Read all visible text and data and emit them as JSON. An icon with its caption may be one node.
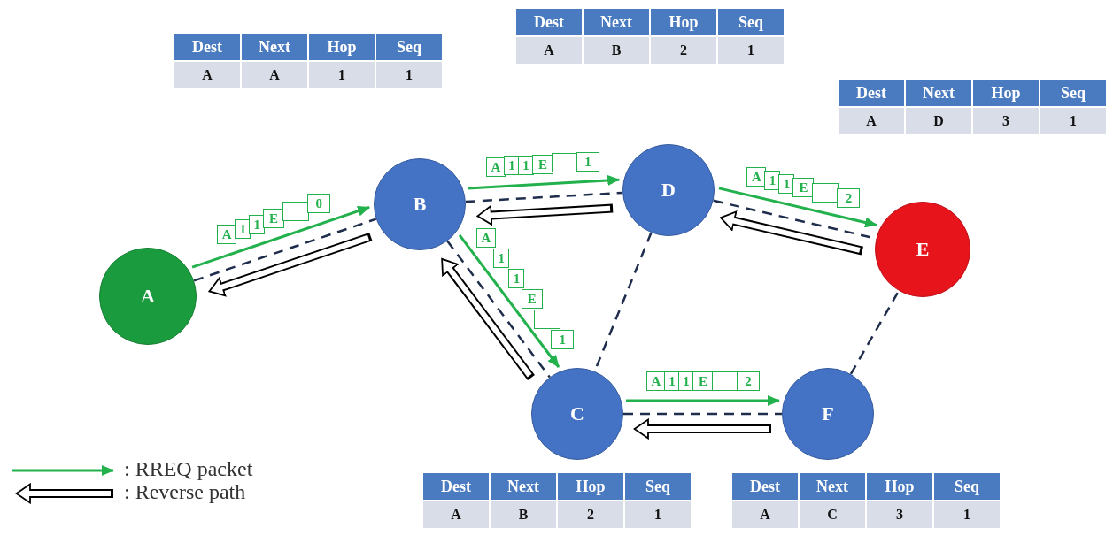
{
  "diagram": {
    "nodes": [
      {
        "text": [
          "A"
        ]
      },
      {
        "text": [
          "B"
        ]
      },
      {
        "text": [
          "C"
        ]
      },
      {
        "text": [
          "D"
        ]
      },
      {
        "text": [
          "E"
        ]
      },
      {
        "text": [
          "F"
        ]
      }
    ],
    "edges": [
      {
        "from": 0,
        "to": 1,
        "arrow": "none",
        "style": "dashed"
      },
      {
        "from": 1,
        "to": 3,
        "arrow": "none",
        "style": "dashed"
      },
      {
        "from": 3,
        "to": 4,
        "arrow": "none",
        "style": "dashed"
      },
      {
        "from": 1,
        "to": 2,
        "arrow": "none",
        "style": "dashed"
      },
      {
        "from": 3,
        "to": 2,
        "arrow": "none",
        "style": "dashed"
      },
      {
        "from": 2,
        "to": 5,
        "arrow": "none",
        "style": "dashed"
      },
      {
        "from": 5,
        "to": 4,
        "arrow": "none",
        "style": "dashed"
      },
      {
        "from": 0,
        "to": 1,
        "arrow": "to",
        "color": "#22b14c"
      },
      {
        "from": 1,
        "to": 3,
        "arrow": "to",
        "color": "#22b14c"
      },
      {
        "from": 3,
        "to": 4,
        "arrow": "to",
        "color": "#22b14c"
      },
      {
        "from": 1,
        "to": 2,
        "arrow": "to",
        "color": "#22b14c"
      },
      {
        "from": 2,
        "to": 5,
        "arrow": "to",
        "color": "#22b14c"
      },
      {
        "from": 1,
        "to": 0,
        "arrow": "to",
        "style": "thick"
      },
      {
        "from": 3,
        "to": 1,
        "arrow": "to",
        "style": "thick"
      },
      {
        "from": 4,
        "to": 3,
        "arrow": "to",
        "style": "thick"
      },
      {
        "from": 2,
        "to": 1,
        "arrow": "to",
        "style": "thick"
      },
      {
        "from": 5,
        "to": 2,
        "arrow": "to",
        "style": "thick"
      }
    ],
    "labels": [
      "Dest",
      "Next",
      "Hop",
      "Seq",
      "A",
      "A",
      "1",
      "1",
      "Dest",
      "Next",
      "Hop",
      "Seq",
      "A",
      "B",
      "2",
      "1",
      "Dest",
      "Next",
      "Hop",
      "Seq",
      "A",
      "D",
      "3",
      "1",
      "A",
      "1",
      "1",
      "E",
      "1",
      "A",
      "1",
      "1",
      "E",
      "2",
      "A",
      "1",
      "1",
      "E",
      "0",
      "A",
      "1",
      "1",
      "E",
      "1",
      "A",
      "1",
      "1",
      "E",
      "2",
      "Dest",
      "Next",
      "Hop",
      "Seq",
      "A",
      "B",
      "2",
      "1",
      "Dest",
      "Next",
      "Hop",
      "Seq",
      "A",
      "C",
      "3",
      "1"
    ],
    "legend": [
      {
        "text": ": RREQ packet"
      },
      {
        "text": ": Reverse path"
      }
    ]
  }
}
